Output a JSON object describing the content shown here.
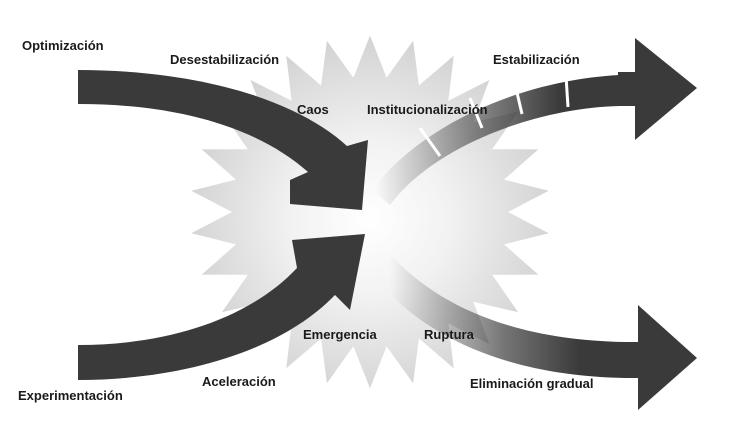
{
  "diagram": {
    "labels": {
      "optimizacion": "Optimización",
      "desestabilizacion": "Desestabilización",
      "caos": "Caos",
      "institucionalizacion": "Institucionalización",
      "estabilizacion": "Estabilización",
      "emergencia": "Emergencia",
      "ruptura": "Ruptura",
      "experimentacion": "Experimentación",
      "aceleracion": "Aceleración",
      "eliminacion_gradual": "Eliminación gradual"
    },
    "colors": {
      "arrow_dark": "#3a3a3a",
      "burst_gray": "#d2d2d2",
      "background": "#ffffff"
    }
  }
}
